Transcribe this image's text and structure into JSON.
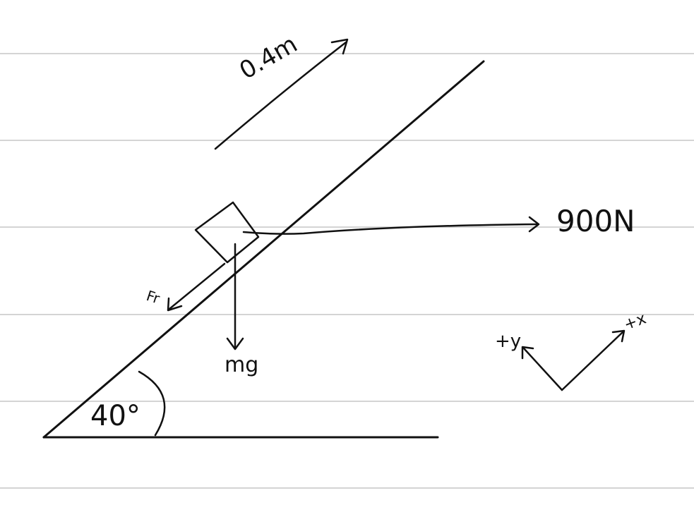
{
  "labels": {
    "displacement": "0.4m",
    "applied_force": "900N",
    "friction": "Fr",
    "weight": "mg",
    "angle": "40°",
    "plus_y": "+y",
    "plus_x": "+x"
  },
  "colors": {
    "ink": "#111111",
    "ruled_line": "#d4d4d4",
    "paper": "#ffffff"
  }
}
